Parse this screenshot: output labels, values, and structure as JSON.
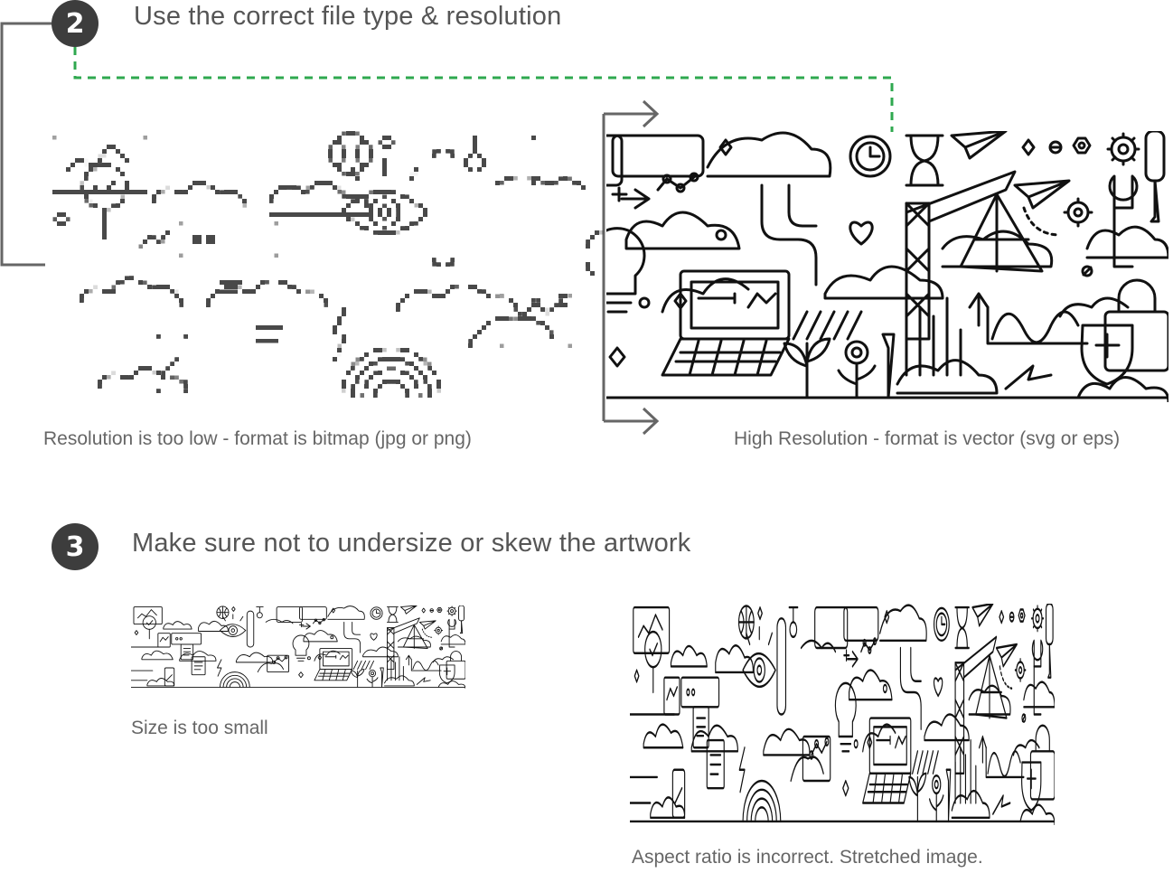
{
  "section2": {
    "badge": "2",
    "heading": "Use the correct file type & resolution",
    "caption_bitmap": "Resolution is too low - format is bitmap (jpg or png)",
    "caption_vector": "High Resolution -  format is vector (svg or eps)"
  },
  "section3": {
    "badge": "3",
    "heading": "Make sure not to undersize or skew the artwork",
    "caption_small": "Size is too small",
    "caption_stretched": "Aspect ratio is incorrect. Stretched image."
  },
  "colors": {
    "badge": "#3d3d3d",
    "dashed_connector": "#2fa84f",
    "bracket": "#666666",
    "line_art": "#111111"
  },
  "icons": [
    "eye-icon",
    "globe-icon",
    "lightbulb-icon",
    "gear-icon",
    "paper-plane-icon",
    "hourglass-icon",
    "clock-icon",
    "laptop-icon",
    "padlock-icon",
    "shield-icon",
    "screwdriver-icon",
    "crane-icon",
    "cloud-icon",
    "rainbow-icon",
    "heart-icon",
    "flower-icon",
    "bar-chart-icon",
    "arrow-right-icon"
  ]
}
